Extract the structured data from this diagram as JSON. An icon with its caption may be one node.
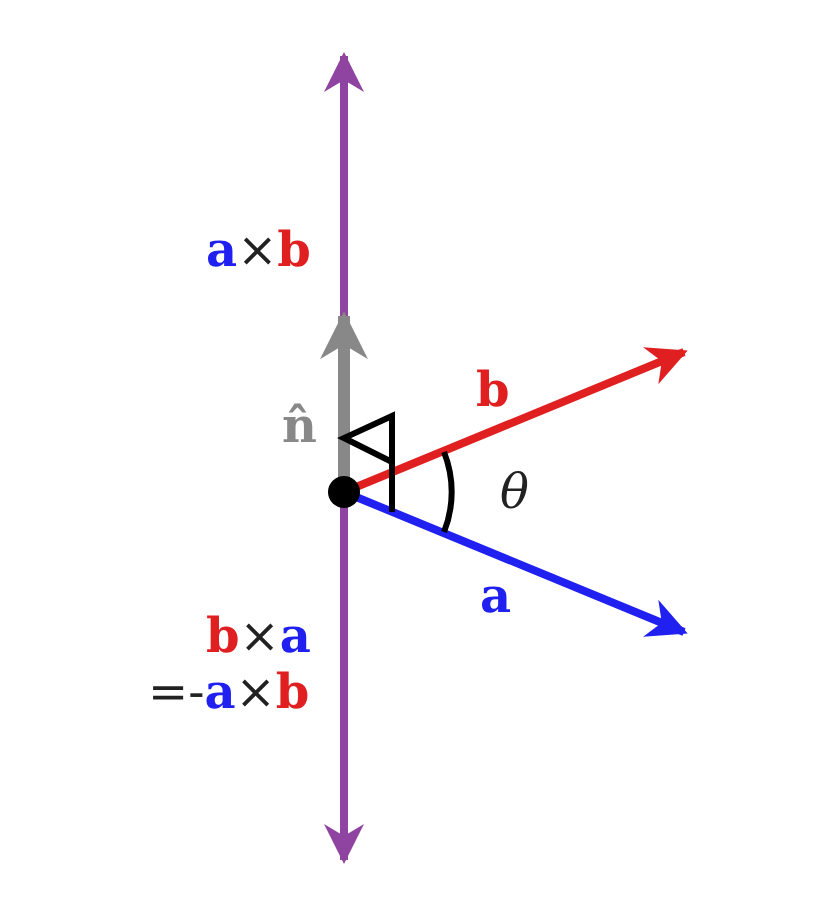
{
  "diagram": {
    "labels": [
      "**a**×**b**",
      "n̂",
      "b",
      "θ",
      "a",
      "**b**×**a**",
      "=-**a**×**b**"
    ]
  }
}
